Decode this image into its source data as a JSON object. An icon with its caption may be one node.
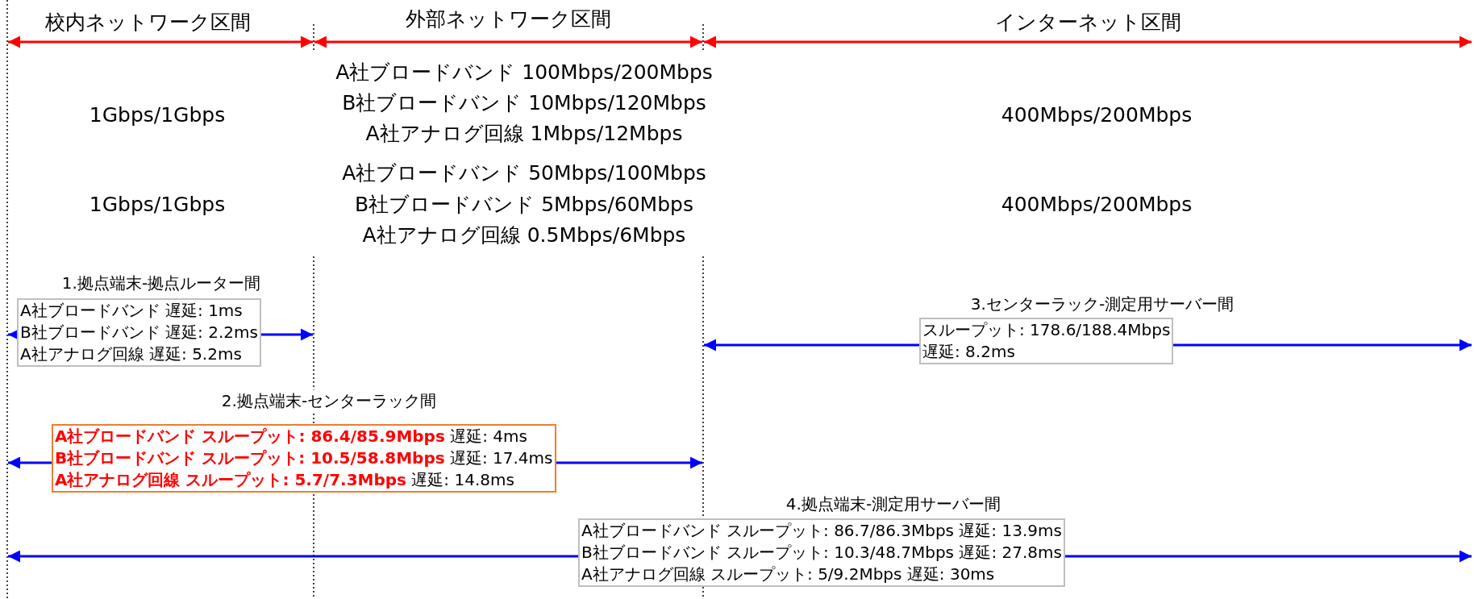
{
  "diagram": {
    "nodes": [
      {
        "text": [
          "1.拠点端末-拠点ルーター間",
          "A社ブロードバンド 遅延: 1ms",
          "B社ブロードバンド 遅延: 2.2ms",
          "A社アナログ回線 遅延: 5.2ms"
        ]
      },
      {
        "text": [
          "2.拠点端末-センターラック間",
          "**A社ブロードバンド スループット: 86.4/85.9Mbps** 遅延: 4ms",
          "**B社ブロードバンド スループット: 10.5/58.8Mbps** 遅延: 17.4ms",
          "**A社アナログ回線 スループット: 5.7/7.3Mbps** 遅延: 14.8ms"
        ]
      },
      {
        "text": [
          "3.センターラック-測定用サーバー間",
          "スループット: 178.6/188.4Mbps",
          "遅延: 8.2ms"
        ]
      },
      {
        "text": [
          "4.拠点端末-測定用サーバー間",
          "A社ブロードバンド スループット: 86.7/86.3Mbps 遅延: 13.9ms",
          "B社ブロードバンド スループット: 10.3/48.7Mbps 遅延: 27.8ms",
          "A社アナログ回線 スループット: 5/9.2Mbps 遅延: 30ms"
        ]
      }
    ],
    "labels": [
      "校内ネットワーク区間",
      "外部ネットワーク区間",
      "インターネット区間",
      "1Gbps/1Gbps",
      "A社ブロードバンド 100Mbps/200Mbps",
      "B社ブロードバンド 10Mbps/120Mbps",
      "A社アナログ回線 1Mbps/12Mbps",
      "400Mbps/200Mbps",
      "1Gbps/1Gbps",
      "A社ブロードバンド 50Mbps/100Mbps",
      "B社ブロードバンド 5Mbps/60Mbps",
      "A社アナログ回線 0.5Mbps/6Mbps",
      "400Mbps/200Mbps"
    ]
  }
}
